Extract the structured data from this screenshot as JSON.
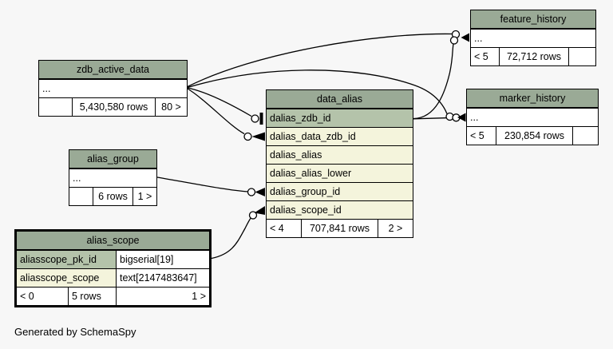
{
  "note": "Generated by SchemaSpy",
  "colors": {
    "background": "#f7f7f7",
    "table_header": "#9aaa96",
    "pk_row": "#b4c3aa",
    "fk_row": "#f4f4dc",
    "cell": "#ffffff",
    "border": "#000000"
  },
  "tables": {
    "zdb_active_data": {
      "title": "zdb_active_data",
      "elided": "...",
      "footer": [
        "",
        "5,430,580 rows",
        "80 >"
      ]
    },
    "feature_history": {
      "title": "feature_history",
      "elided": "...",
      "footer": [
        "< 5",
        "72,712 rows",
        ""
      ]
    },
    "marker_history": {
      "title": "marker_history",
      "elided": "...",
      "footer": [
        "< 5",
        "230,854 rows",
        ""
      ]
    },
    "data_alias": {
      "title": "data_alias",
      "columns": [
        "dalias_zdb_id",
        "dalias_data_zdb_id",
        "dalias_alias",
        "dalias_alias_lower",
        "dalias_group_id",
        "dalias_scope_id"
      ],
      "footer": [
        "< 4",
        "707,841 rows",
        "2 >"
      ]
    },
    "alias_group": {
      "title": "alias_group",
      "elided": "...",
      "footer": [
        "",
        "6 rows",
        "1 >"
      ]
    },
    "alias_scope": {
      "title": "alias_scope",
      "columns": [
        {
          "name": "aliasscope_pk_id",
          "type": "bigserial[19]"
        },
        {
          "name": "aliasscope_scope",
          "type": "text[2147483647]"
        }
      ],
      "footer": [
        "< 0",
        "5 rows",
        "1 >"
      ]
    }
  },
  "relationships": [
    {
      "parent": "zdb_active_data",
      "child": "feature_history"
    },
    {
      "parent": "zdb_active_data",
      "child": "marker_history"
    },
    {
      "parent": "zdb_active_data",
      "child": "data_alias.dalias_zdb_id"
    },
    {
      "parent": "zdb_active_data",
      "child": "data_alias.dalias_data_zdb_id"
    },
    {
      "parent": "data_alias.dalias_zdb_id",
      "child": "feature_history"
    },
    {
      "parent": "data_alias.dalias_zdb_id",
      "child": "marker_history"
    },
    {
      "parent": "alias_group",
      "child": "data_alias.dalias_group_id"
    },
    {
      "parent": "alias_scope",
      "child": "data_alias.dalias_scope_id"
    }
  ]
}
